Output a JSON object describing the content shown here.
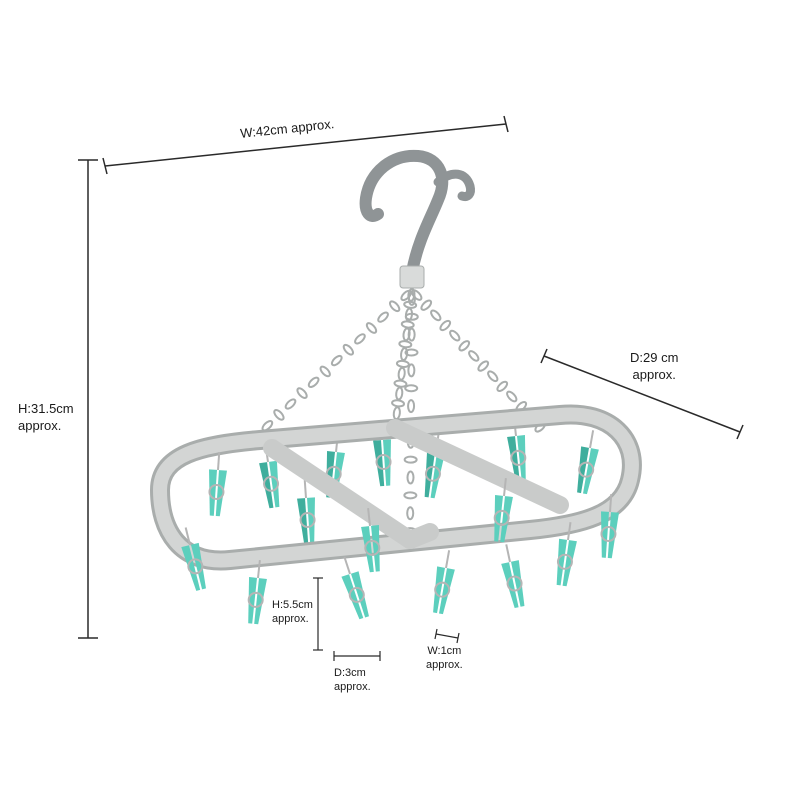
{
  "dimensions": {
    "width_label": "W:42cm approx.",
    "height_label_line1": "H:31.5cm",
    "height_label_line2": "approx.",
    "depth_label_line1": "D:29 cm",
    "depth_label_line2": "approx."
  },
  "peg_dimensions": {
    "height_line1": "H:5.5cm",
    "height_line2": "approx.",
    "depth_line1": "D:3cm",
    "depth_line2": "approx.",
    "width_line1": "W:1cm",
    "width_line2": "approx."
  },
  "colors": {
    "frame": "#c9cbca",
    "frame_dark": "#a9adac",
    "hook": "#8f9496",
    "peg": "#5ccfbd",
    "peg_dark": "#3fae9d",
    "spring": "#b5b5b5",
    "line": "#2a2a2a"
  }
}
